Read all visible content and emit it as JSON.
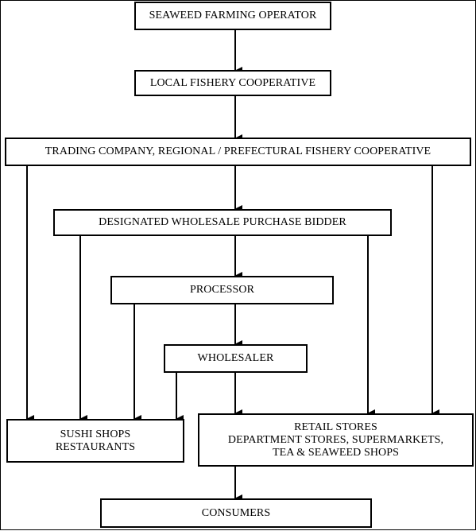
{
  "nodes": {
    "farming_operator": "SEAWEED FARMING OPERATOR",
    "local_coop": "LOCAL FISHERY COOPERATIVE",
    "trading_company": "TRADING COMPANY, REGIONAL / PREFECTURAL FISHERY COOPERATIVE",
    "wholesale_bidder": "DESIGNATED WHOLESALE PURCHASE BIDDER",
    "processor": "PROCESSOR",
    "wholesaler": "WHOLESALER",
    "sushi_line1": "SUSHI SHOPS",
    "sushi_line2": "RESTAURANTS",
    "retail_line1": "RETAIL STORES",
    "retail_line2": "DEPARTMENT STORES, SUPERMARKETS,",
    "retail_line3": "TEA & SEAWEED SHOPS",
    "consumers": "CONSUMERS"
  }
}
